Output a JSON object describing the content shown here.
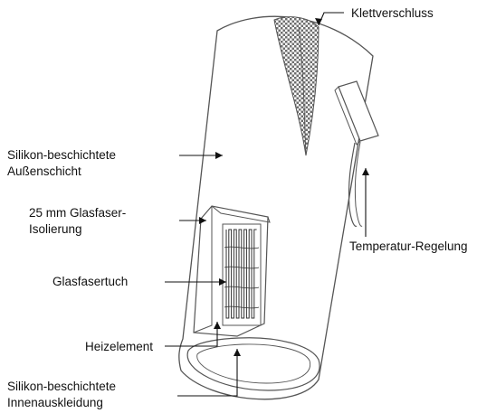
{
  "diagram": {
    "labels": {
      "velcro": "Klettverschluss",
      "outer_line1": "Silikon-beschichtete",
      "outer_line2": "Außenschicht",
      "insulation_line1": "25 mm Glasfaser-",
      "insulation_line2": "Isolierung",
      "cloth": "Glasfasertuch",
      "heater": "Heizelement",
      "inner_line1": "Silikon-beschichtete",
      "inner_line2": "Innenauskleidung",
      "temperature": "Temperatur-Regelung"
    },
    "colors": {
      "ink": "#111111",
      "outline": "#555555",
      "fill": "#ffffff",
      "velcro": "#6e6e6e"
    }
  }
}
